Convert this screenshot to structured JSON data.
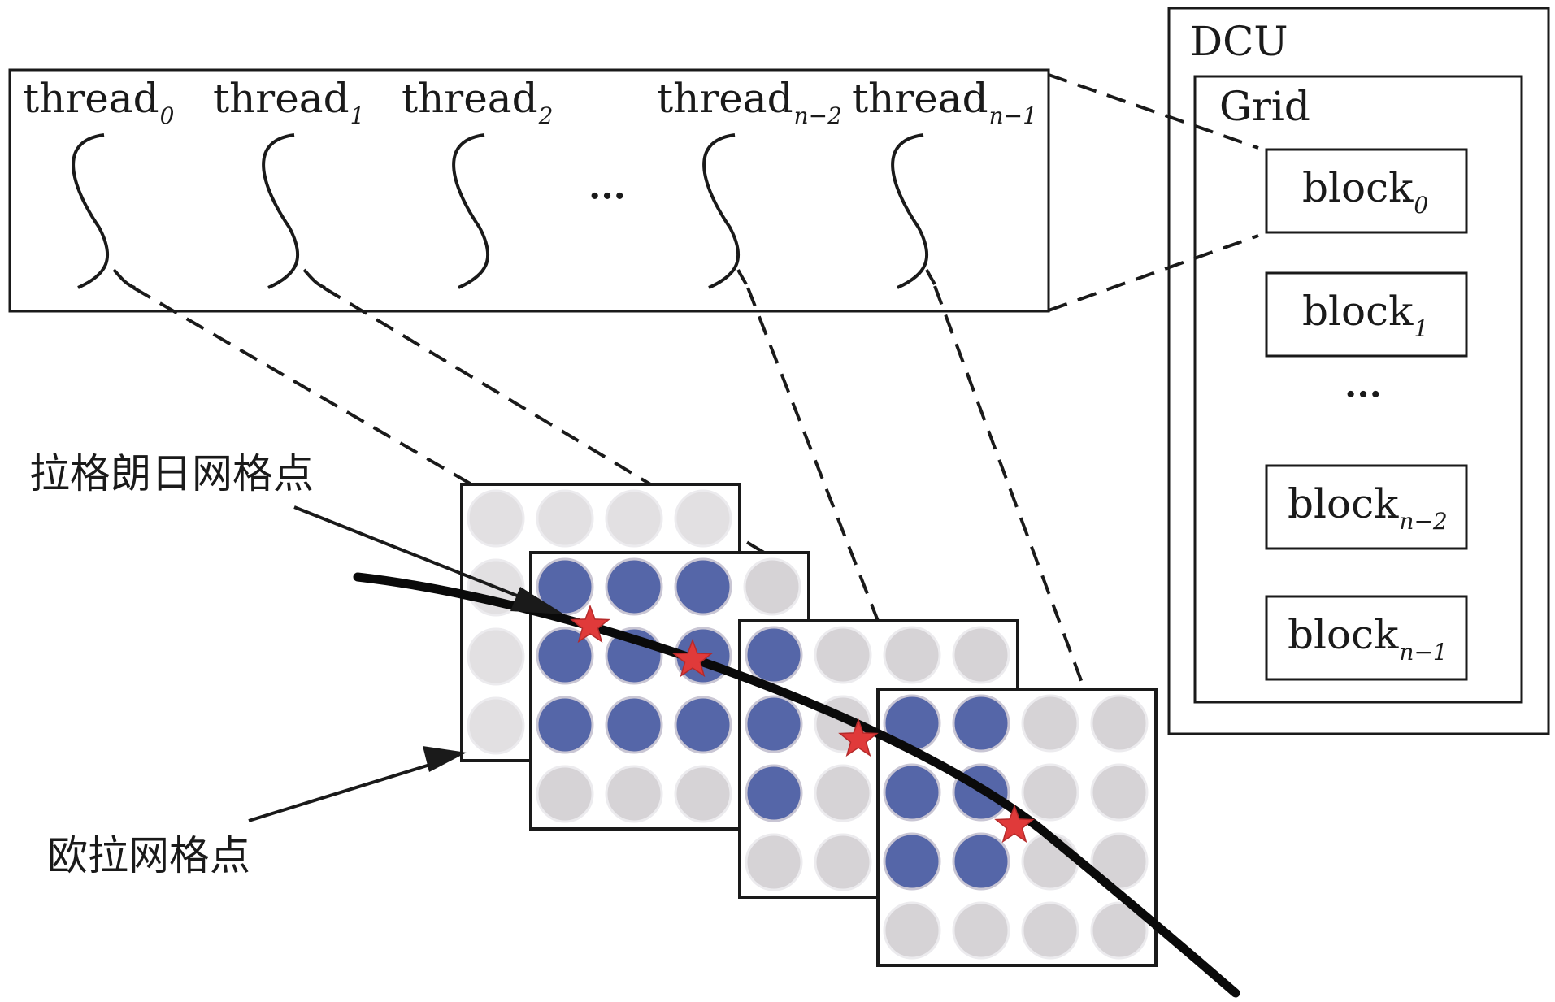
{
  "dcu": {
    "title": "DCU"
  },
  "grid": {
    "title": "Grid",
    "blocks": [
      {
        "base": "block",
        "sub": "0"
      },
      {
        "base": "block",
        "sub": "1"
      },
      {
        "base": "block",
        "sub": "n−2"
      },
      {
        "base": "block",
        "sub": "n−1"
      }
    ],
    "ellipsis": "···"
  },
  "threads": {
    "items": [
      {
        "base": "thread",
        "sub": "0"
      },
      {
        "base": "thread",
        "sub": "1"
      },
      {
        "base": "thread",
        "sub": "2"
      },
      {
        "base": "thread",
        "sub": "n−2"
      },
      {
        "base": "thread",
        "sub": "n−1"
      }
    ],
    "ellipsis": "···"
  },
  "labels": {
    "lagrange": "拉格朗日网格点",
    "euler": "欧拉网格点"
  },
  "colors": {
    "active_node": "#5566a8",
    "inactive_node": "#d6d3d6",
    "light_node": "#e2e0e2",
    "marker": "#e03a3a",
    "ink": "#1a1a1a"
  }
}
